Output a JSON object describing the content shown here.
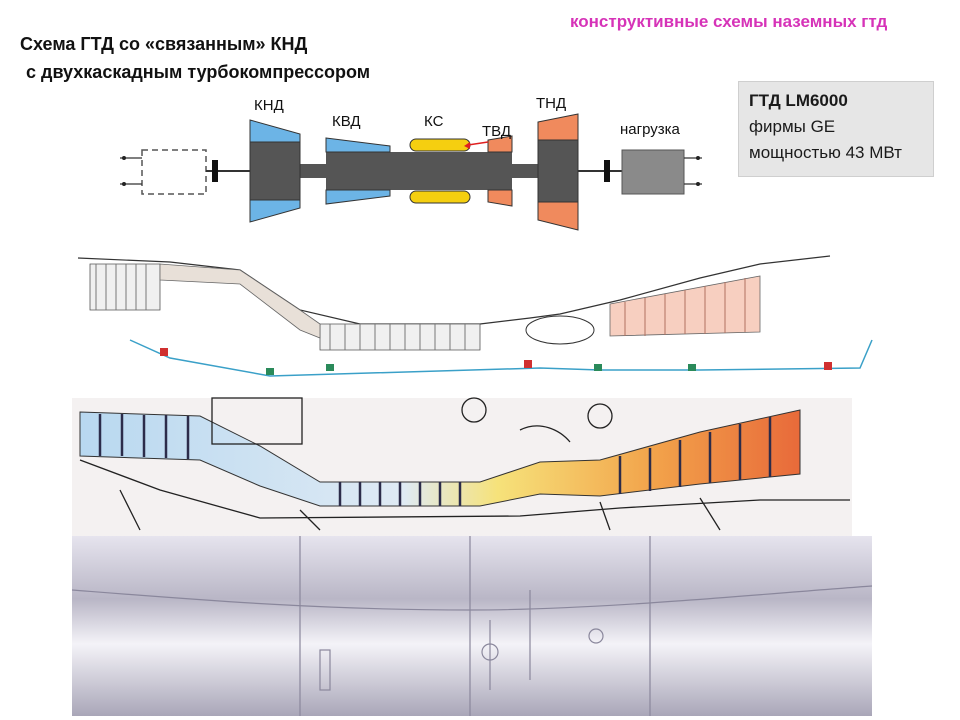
{
  "header": {
    "tag": "конструктивные схемы наземных гтд"
  },
  "title": {
    "line1": "Схема   ГТД со «связанным» КНД",
    "line2": "с двухкаскадным турбокомпрессором"
  },
  "scheme_labels": {
    "lpc": "КНД",
    "hpc": "КВД",
    "combustor": "КС",
    "hpt": "ТВД",
    "lpt": "ТНД",
    "load": "нагрузка"
  },
  "info": {
    "model": "ГТД LM6000",
    "maker": "фирмы GE",
    "power": "мощностью 43 МВт"
  },
  "colors": {
    "header_magenta": "#d633b8",
    "compressor_blue": "#6cb4e6",
    "turbine_orange": "#f08a5d",
    "combustor_yellow": "#f5cf10",
    "shaft_gray": "#555555",
    "load_gray": "#8a8a8a",
    "info_bg": "#e6e6e6"
  }
}
